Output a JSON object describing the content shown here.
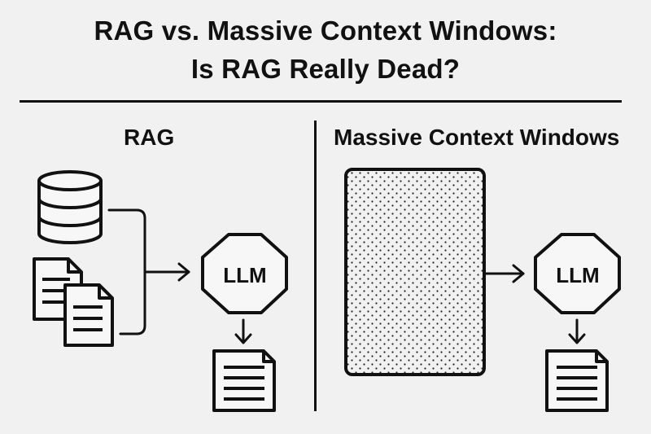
{
  "title": {
    "line1": "RAG vs. Massive Context Windows:",
    "line2": "Is RAG Really Dead?"
  },
  "left": {
    "heading": "RAG",
    "llm_label": "LLM",
    "icons": [
      "database-icon",
      "document-icon",
      "document-icon",
      "output-document-icon"
    ]
  },
  "right": {
    "heading": "Massive Context Windows",
    "llm_label": "LLM",
    "icons": [
      "context-window-block",
      "output-document-icon"
    ]
  },
  "colors": {
    "background": "#f1f1f1",
    "ink": "#111111",
    "panel_fill": "#f7f7f7"
  }
}
